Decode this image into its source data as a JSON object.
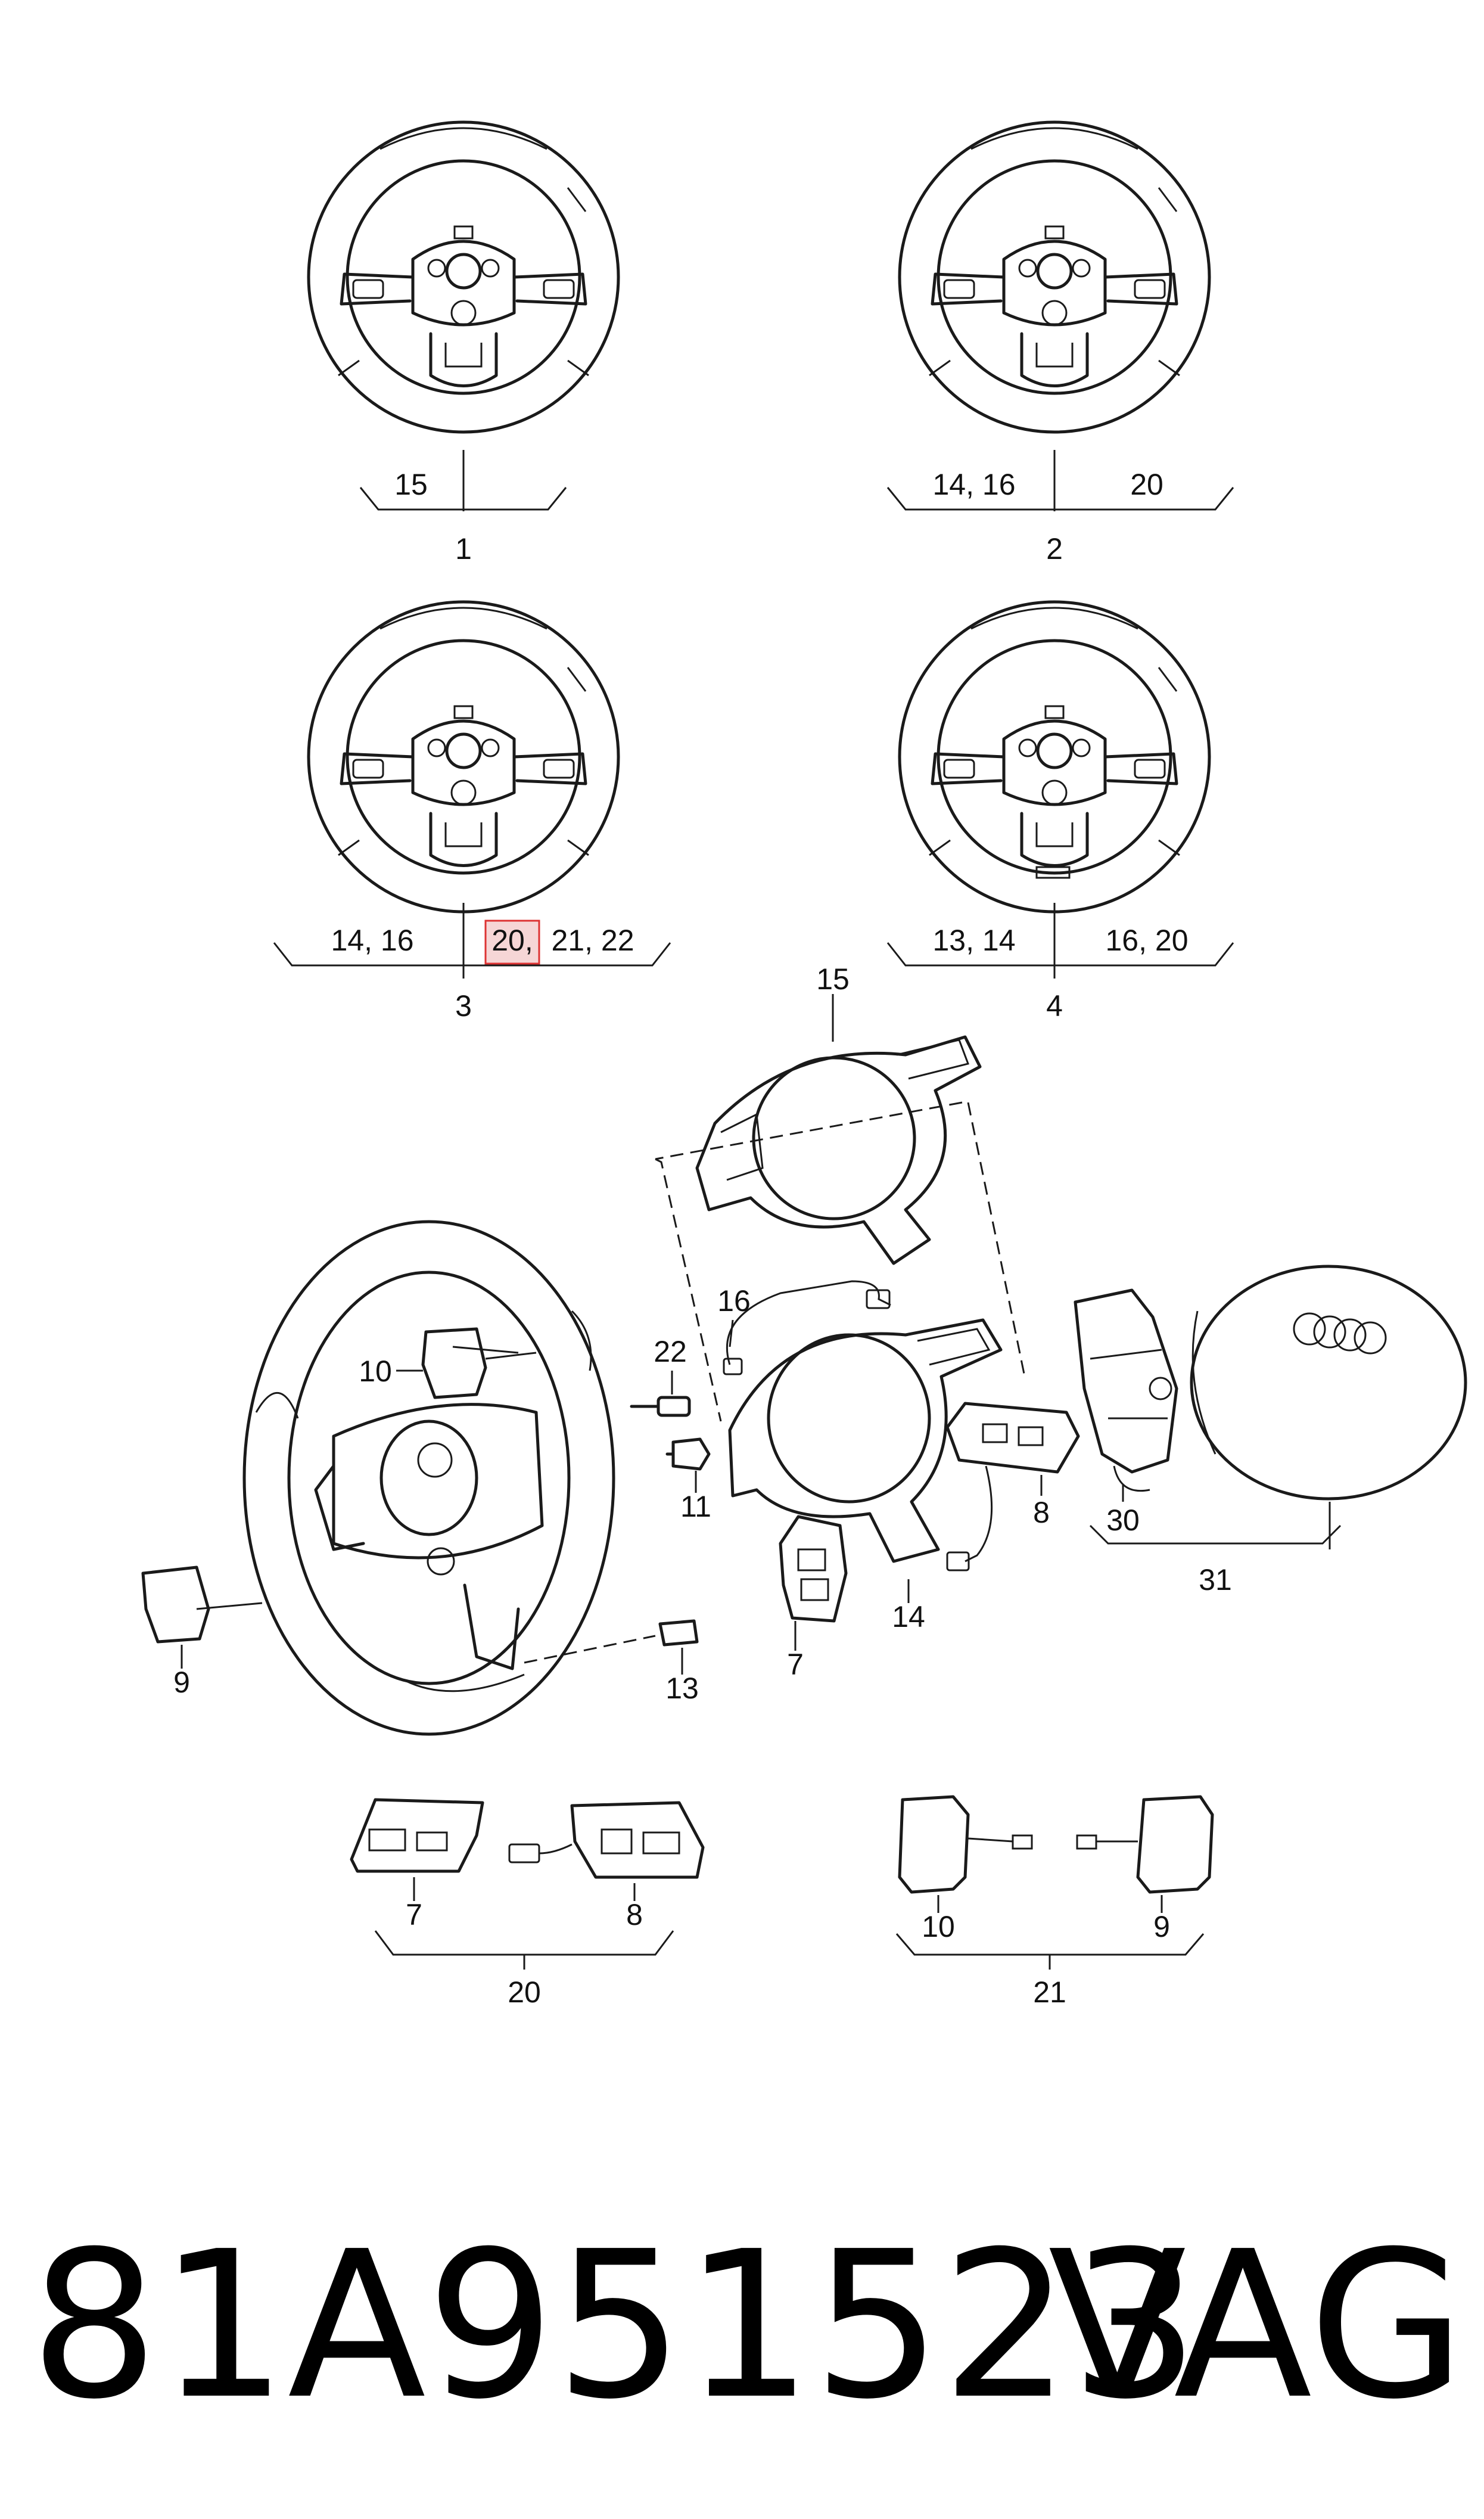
{
  "callouts": {
    "wheel1": {
      "bracket_left": "15",
      "main": "1"
    },
    "wheel2": {
      "bracket_left": "14, 16",
      "bracket_right": "20",
      "main": "2"
    },
    "wheel3": {
      "bracket_left": "14, 16",
      "bracket_highlight": "20,",
      "bracket_rest": "21, 22",
      "main": "3"
    },
    "wheel4": {
      "bracket_left": "13, 14",
      "bracket_right": "16, 20",
      "main": "4"
    },
    "exploded": {
      "p15": "15",
      "p16": "16",
      "p22": "22",
      "p10": "10",
      "p11": "11",
      "p9": "9",
      "p13": "13",
      "p7": "7",
      "p14": "14",
      "p8": "8",
      "p30": "30",
      "p31": "31"
    },
    "group20": {
      "left": "7",
      "right": "8",
      "main": "20"
    },
    "group21": {
      "left": "10",
      "right": "9",
      "main": "21"
    }
  },
  "part_number": "81A951523",
  "brand": "VAG",
  "colors": {
    "line": "#1a1a1a",
    "highlight_fill": "#f6d6d6",
    "highlight_stroke": "#dd3333"
  }
}
